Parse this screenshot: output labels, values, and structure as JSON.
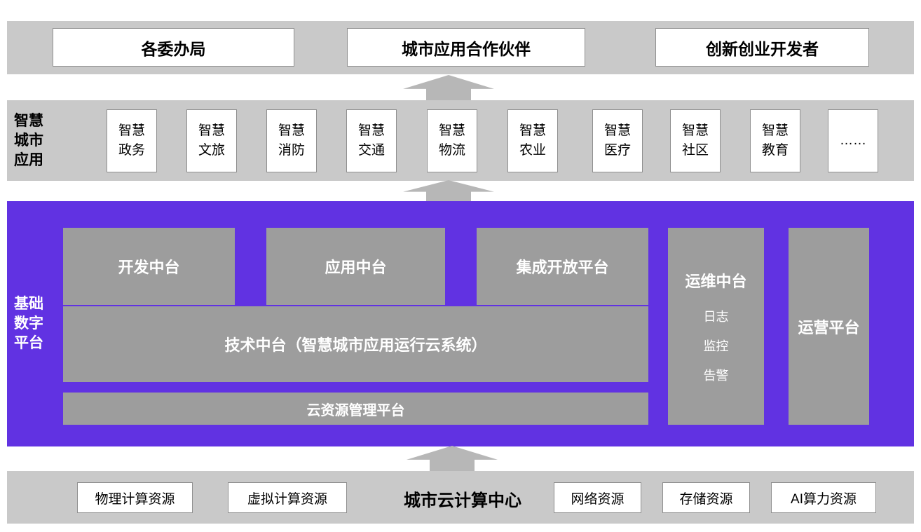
{
  "colors": {
    "gray_band": "#c9c9c9",
    "purple_band": "#6132e2",
    "inner_box_gray": "#9d9d9d",
    "arrow_gray": "#b7b7b7",
    "box_border": "#8f8f8f"
  },
  "top_band": {
    "items": [
      {
        "label": "各委办局"
      },
      {
        "label": "城市应用合作伙伴"
      },
      {
        "label": "创新创业开发者"
      }
    ]
  },
  "apps_band": {
    "title_line1": "智慧",
    "title_line2": "城市",
    "title_line3": "应用",
    "items": [
      {
        "line1": "智慧",
        "line2": "政务"
      },
      {
        "line1": "智慧",
        "line2": "文旅"
      },
      {
        "line1": "智慧",
        "line2": "消防"
      },
      {
        "line1": "智慧",
        "line2": "交通"
      },
      {
        "line1": "智慧",
        "line2": "物流"
      },
      {
        "line1": "智慧",
        "line2": "农业"
      },
      {
        "line1": "智慧",
        "line2": "医疗"
      },
      {
        "line1": "智慧",
        "line2": "社区"
      },
      {
        "line1": "智慧",
        "line2": "教育"
      },
      {
        "line1": "……",
        "line2": ""
      }
    ]
  },
  "platform_band": {
    "title_line1": "基础",
    "title_line2": "数字",
    "title_line3": "平台",
    "dev_box": "开发中台",
    "app_box": "应用中台",
    "integration_box": "集成开放平台",
    "tech_box": "技术中台（智慧城市应用运行云系统）",
    "cloud_resource_box": "云资源管理平台",
    "ops_box": {
      "title": "运维中台",
      "items": [
        "日志",
        "监控",
        "告警"
      ]
    },
    "operation_box": "运营平台"
  },
  "bottom_band": {
    "title": "城市云计算中心",
    "items": [
      "物理计算资源",
      "虚拟计算资源",
      "网络资源",
      "存储资源",
      "AI算力资源"
    ]
  }
}
